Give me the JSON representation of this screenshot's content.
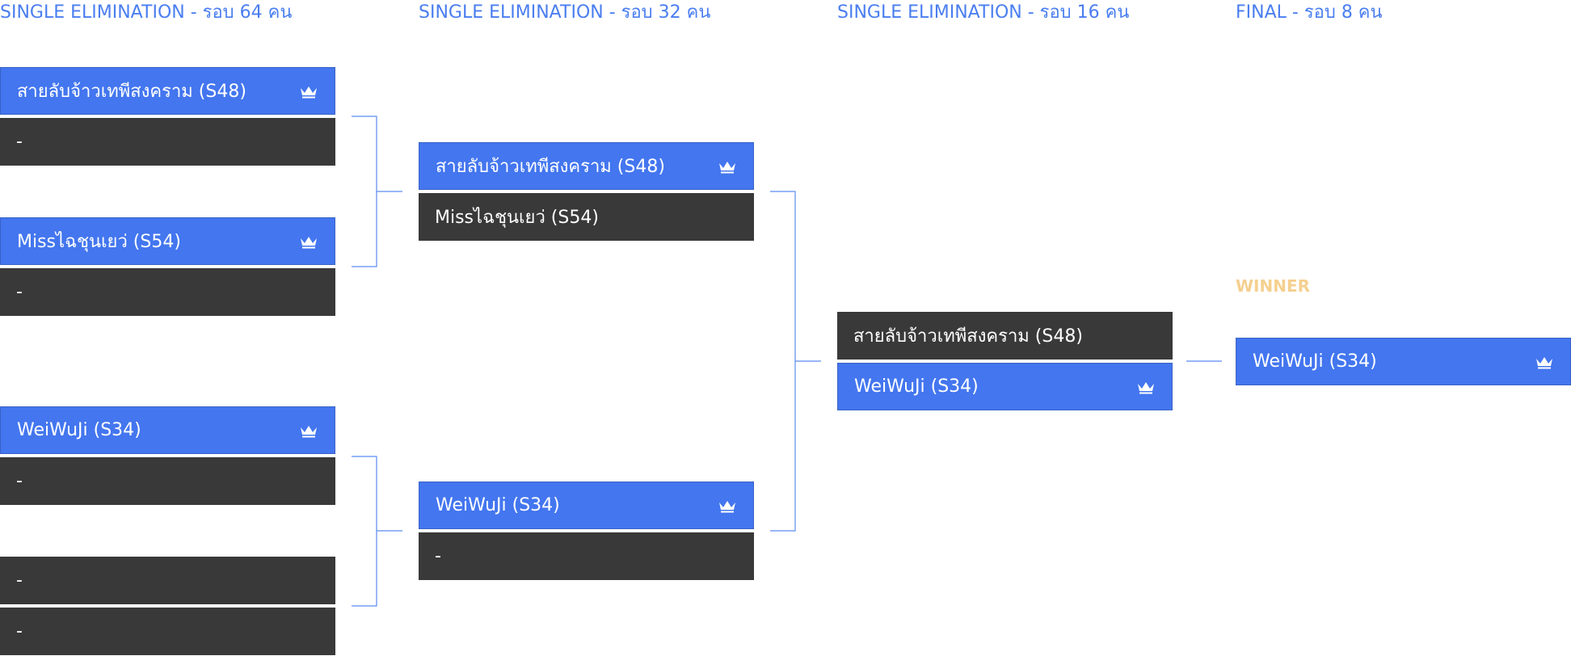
{
  "rounds": [
    {
      "title": "SINGLE ELIMINATION - รอบ 64 คน"
    },
    {
      "title": "SINGLE ELIMINATION - รอบ 32 คน"
    },
    {
      "title": "SINGLE ELIMINATION - รอบ 16 คน"
    },
    {
      "title": "FINAL - รอบ 8 คน"
    }
  ],
  "winner_label": "WINNER",
  "round64": [
    {
      "name": "สายลับจ้าวเทพีสงคราม (S48)",
      "winner": true
    },
    {
      "name": "-",
      "winner": false
    },
    {
      "name": "Missไฉชุนเยว่ (S54)",
      "winner": true
    },
    {
      "name": "-",
      "winner": false
    },
    {
      "name": "WeiWuJi (S34)",
      "winner": true
    },
    {
      "name": "-",
      "winner": false
    },
    {
      "name": "-",
      "winner": false
    },
    {
      "name": "-",
      "winner": false
    }
  ],
  "round32": [
    {
      "name": "สายลับจ้าวเทพีสงคราม (S48)",
      "winner": true
    },
    {
      "name": "Missไฉชุนเยว่ (S54)",
      "winner": false
    },
    {
      "name": "WeiWuJi (S34)",
      "winner": true
    },
    {
      "name": "-",
      "winner": false
    }
  ],
  "round16": [
    {
      "name": "สายลับจ้าวเทพีสงคราม (S48)",
      "winner": false
    },
    {
      "name": "WeiWuJi (S34)",
      "winner": true
    }
  ],
  "final": [
    {
      "name": "WeiWuJi (S34)",
      "winner": true
    }
  ],
  "icons": {
    "winner_marker": "crown-icon"
  },
  "colors": {
    "accent": "#4376ef",
    "loser_bg": "#393939",
    "winner_label": "#f5d08f",
    "connector": "#5b8af0"
  }
}
